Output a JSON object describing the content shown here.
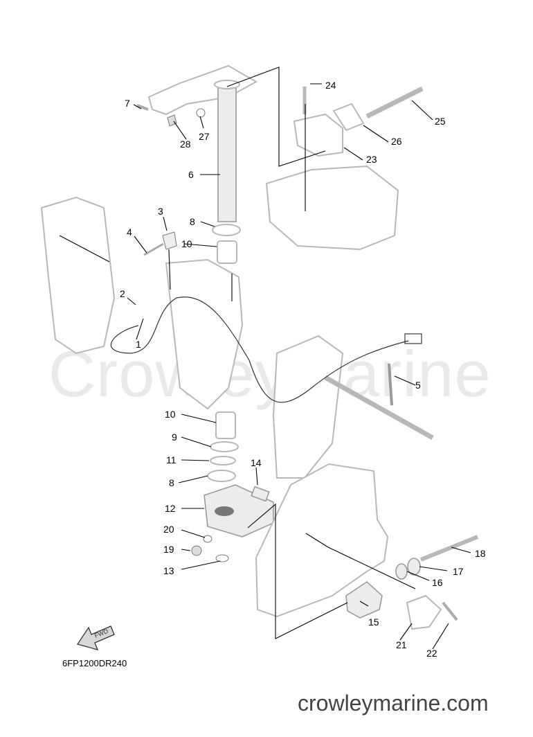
{
  "diagram_code": "6FP1200DR240",
  "watermark_text": "CrowleyMarine",
  "site_text": "crowleymarine.com",
  "fwd_label": "FWD",
  "callouts": {
    "c1": "1",
    "c2": "2",
    "c3": "3",
    "c4": "4",
    "c5": "5",
    "c6": "6",
    "c7": "7",
    "c8a": "8",
    "c8b": "8",
    "c9": "9",
    "c10a": "10",
    "c10b": "10",
    "c11": "11",
    "c12": "12",
    "c13": "13",
    "c14": "14",
    "c15": "15",
    "c16": "16",
    "c17": "17",
    "c18": "18",
    "c19": "19",
    "c20": "20",
    "c21": "21",
    "c22": "22",
    "c23": "23",
    "c24": "24",
    "c25": "25",
    "c26": "26",
    "c27": "27",
    "c28": "28"
  }
}
